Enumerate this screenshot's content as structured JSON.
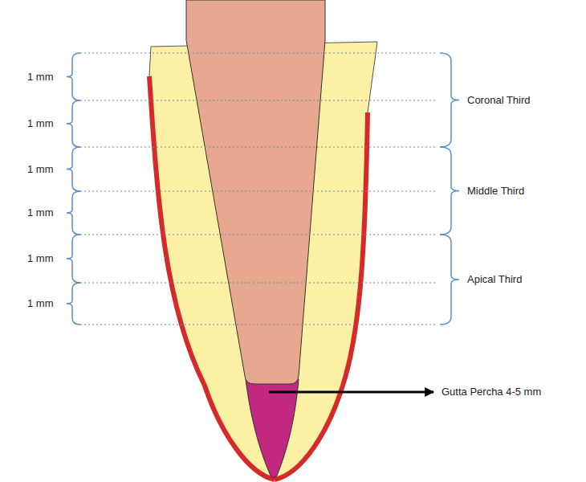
{
  "diagram": {
    "labels": [
      "1 mm",
      "1 mm",
      "1 mm",
      "1 mm",
      "1 mm",
      "1 mm",
      "Coronal Third",
      "Middle Third",
      "Apical Third",
      "Gutta Percha 4-5 mm"
    ]
  }
}
